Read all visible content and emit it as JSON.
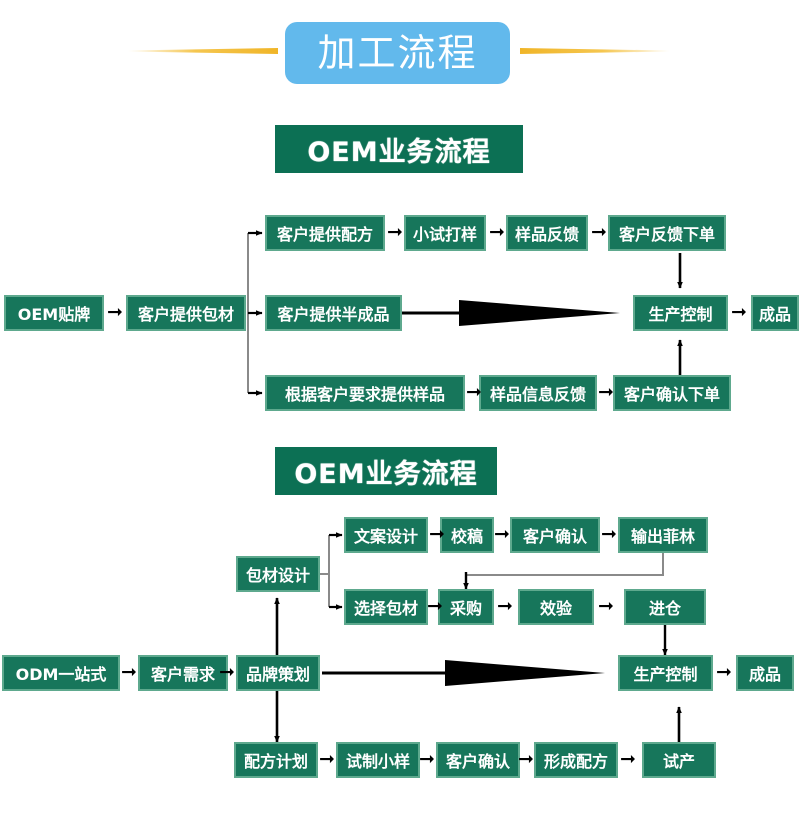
{
  "header": {
    "title": "加工流程",
    "pill_color": "#62b9ec",
    "accent_color": "#f0b528"
  },
  "theme": {
    "box_fill": "#17765b",
    "box_border": "#5ea98e",
    "banner_fill": "#0c7054",
    "text_color": "#ffffff",
    "connector_color": "#000000",
    "soft_connector_color": "#8a8a8a"
  },
  "sections": [
    {
      "banner": "OEM业务流程",
      "nodes": {
        "start": "OEM贴牌",
        "packaging": "客户提供包材",
        "branch_a_1": "客户提供配方",
        "branch_a_2": "小试打样",
        "branch_a_3": "样品反馈",
        "branch_a_4": "客户反馈下单",
        "branch_b_1": "客户提供半成品",
        "branch_c_1": "根据客户要求提供样品",
        "branch_c_2": "样品信息反馈",
        "branch_c_3": "客户确认下单",
        "production": "生产控制",
        "finished": "成品"
      }
    },
    {
      "banner": "OEM业务流程",
      "nodes": {
        "start": "ODM一站式",
        "demand": "客户需求",
        "planning": "品牌策划",
        "pack_design": "包材设计",
        "copy_design": "文案设计",
        "proof": "校稿",
        "confirm_top": "客户确认",
        "film": "输出菲林",
        "select_pack": "选择包材",
        "purchase": "采购",
        "inspect": "效验",
        "warehouse": "进仓",
        "formula_plan": "配方计划",
        "trial_sample": "试制小样",
        "confirm_bot": "客户确认",
        "form_formula": "形成配方",
        "trial_prod": "试产",
        "production": "生产控制",
        "finished": "成品"
      }
    }
  ],
  "arrow_glyph": "➞"
}
